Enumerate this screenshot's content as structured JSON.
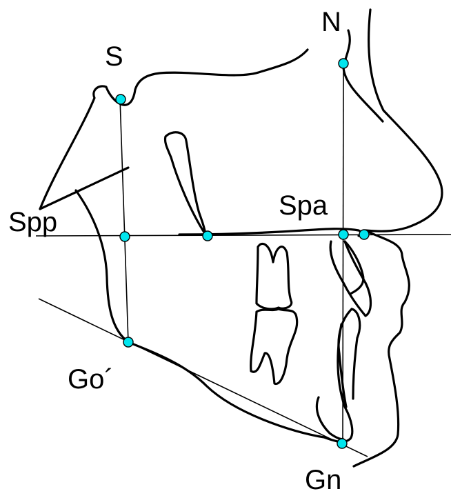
{
  "labels": {
    "S": "S",
    "N": "N",
    "Spp": "Spp",
    "Spa": "Spa",
    "Go": "Go´",
    "Gn": "Gn"
  },
  "colors": {
    "landmark_fill": "#00e5ee",
    "stroke": "#000000",
    "background": "#ffffff"
  }
}
